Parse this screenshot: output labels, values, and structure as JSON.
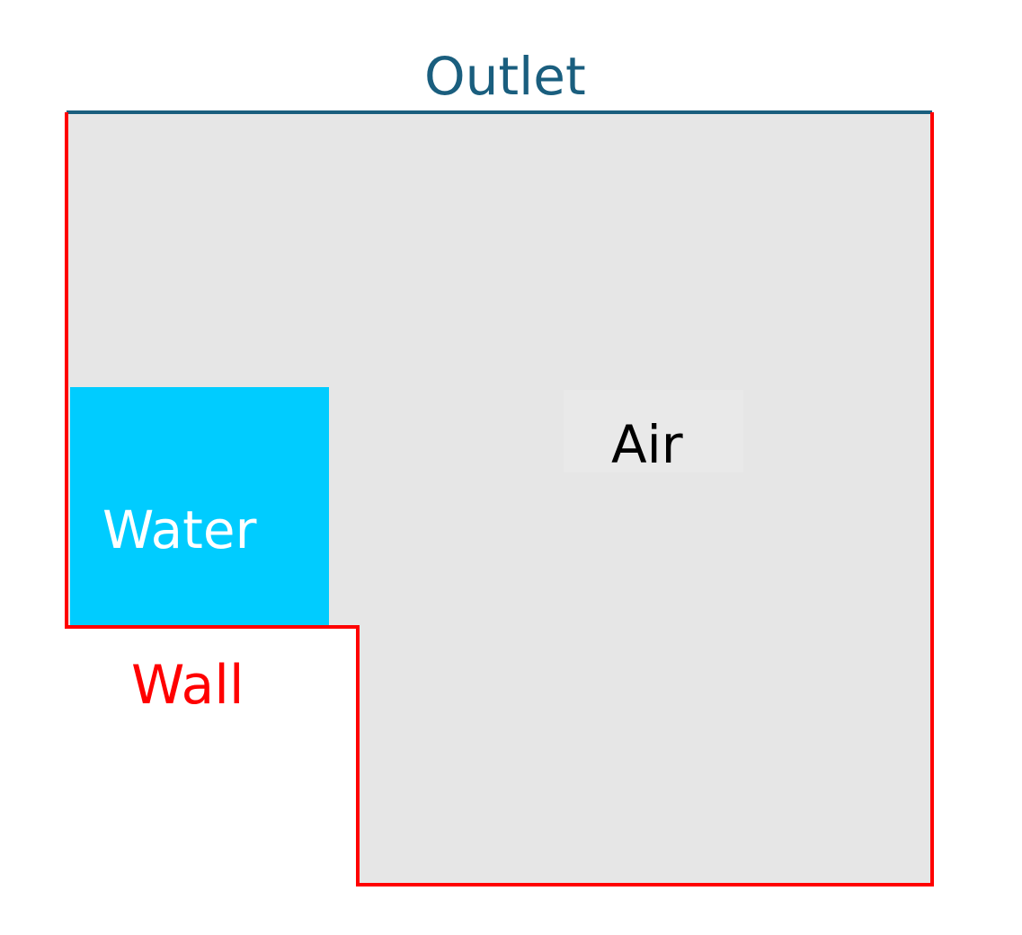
{
  "regions": {
    "air": {
      "label": "Air",
      "color": "#e6e6e6"
    },
    "water": {
      "label": "Water",
      "color": "#00ccff",
      "text_color": "#ffffff"
    }
  },
  "boundaries": {
    "outlet": {
      "label": "Outlet",
      "color": "#1a5e7e"
    },
    "wall": {
      "label": "Wall",
      "color": "#ff0000"
    }
  }
}
